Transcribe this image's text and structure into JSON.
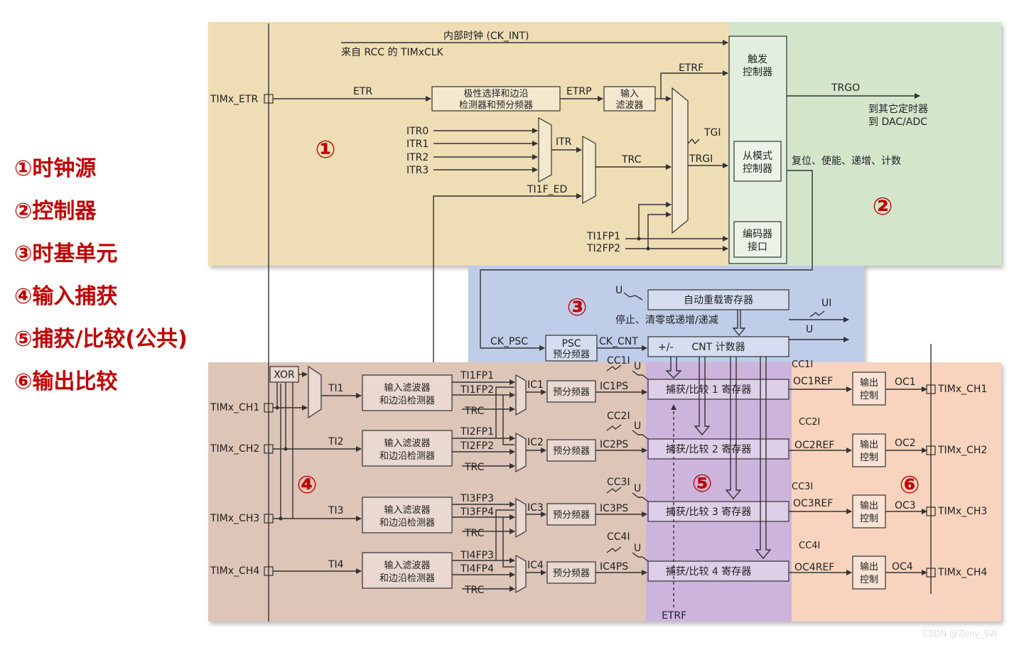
{
  "legend": [
    "①时钟源",
    "②控制器",
    "③时基单元",
    "④输入捕获",
    "⑤捕获/比较(公共)",
    "⑥输出比较"
  ],
  "region_colors": {
    "clock": "#eeddb5",
    "controller": "#d3e6cc",
    "timebase": "#bfcde9",
    "input": "#ddc5b8",
    "ccr": "#cdb4dc",
    "output": "#f8d4be"
  },
  "region_numbers": [
    "①",
    "②",
    "③",
    "④",
    "⑤",
    "⑥"
  ],
  "clock": {
    "ck_int": "内部时钟 (CK_INT)",
    "rcc": "来自 RCC 的 TIMxCLK",
    "etr_pin": "TIMx_ETR",
    "etr": "ETR",
    "polarity_l1": "极性选择和边沿",
    "polarity_l2": "检测器和预分频器",
    "etrp": "ETRP",
    "filter_l1": "输入",
    "filter_l2": "滤波器",
    "etrf": "ETRF",
    "itr0": "ITR0",
    "itr1": "ITR1",
    "itr2": "ITR2",
    "itr3": "ITR3",
    "itr": "ITR",
    "trc": "TRC",
    "ti1f_ed": "TI1F_ED",
    "tgi": "TGI",
    "trgi": "TRGI",
    "ti1fp1": "TI1FP1",
    "ti2fp2": "TI2FP2"
  },
  "controller": {
    "trigger_l1": "触发",
    "trigger_l2": "控制器",
    "slave_l1": "从模式",
    "slave_l2": "控制器",
    "encoder_l1": "编码器",
    "encoder_l2": "接口",
    "trgo": "TRGO",
    "to_l1": "到其它定时器",
    "to_l2": "到 DAC/ADC",
    "reset": "复位、使能、递增、计数"
  },
  "timebase": {
    "u": "U",
    "arr": "自动重载寄存器",
    "stop": "停止、清零或递增/递减",
    "ui": "UI",
    "u2": "U",
    "ck_psc": "CK_PSC",
    "psc_l1": "PSC",
    "psc_l2": "预分频器",
    "ck_cnt": "CK_CNT",
    "pm": "+/-",
    "cnt": "CNT 计数器"
  },
  "input": {
    "xor": "XOR",
    "filter_l1": "输入滤波器",
    "filter_l2": "和边沿检测器",
    "prescaler": "预分频器",
    "channels": [
      {
        "pin": "TIMx_CH1",
        "ti": "TI1",
        "fpa": "TI1FP1",
        "fpb": "TI1FP2",
        "trc": "TRC",
        "ic": "IC1",
        "icps": "IC1PS"
      },
      {
        "pin": "TIMx_CH2",
        "ti": "TI2",
        "fpa": "TI2FP1",
        "fpb": "TI2FP2",
        "trc": "TRC",
        "ic": "IC2",
        "icps": "IC2PS"
      },
      {
        "pin": "TIMx_CH3",
        "ti": "TI3",
        "fpa": "TI3FP3",
        "fpb": "TI3FP4",
        "trc": "TRC",
        "ic": "IC3",
        "icps": "IC3PS"
      },
      {
        "pin": "TIMx_CH4",
        "ti": "TI4",
        "fpa": "TI4FP3",
        "fpb": "TI4FP4",
        "trc": "TRC",
        "ic": "IC4",
        "icps": "IC4PS"
      }
    ]
  },
  "ccr": {
    "regs": [
      "捕获/比较 1 寄存器",
      "捕获/比较 2 寄存器",
      "捕获/比较 3 寄存器",
      "捕获/比较 4 寄存器"
    ],
    "cci": [
      "CC1I",
      "CC2I",
      "CC3I",
      "CC4I"
    ],
    "u": "U",
    "etrf": "ETRF"
  },
  "output": {
    "cc_in": [
      "CC1I",
      "CC2I",
      "CC3I",
      "CC4I"
    ],
    "ocref": [
      "OC1REF",
      "OC2REF",
      "OC3REF",
      "OC4REF"
    ],
    "ctrl_l1": "输出",
    "ctrl_l2": "控制",
    "oc": [
      "OC1",
      "OC2",
      "OC3",
      "OC4"
    ],
    "pins": [
      "TIMx_CH1",
      "TIMx_CH2",
      "TIMx_CH3",
      "TIMx_CH4"
    ]
  },
  "watermark": "CSDN @Zeny_SW"
}
